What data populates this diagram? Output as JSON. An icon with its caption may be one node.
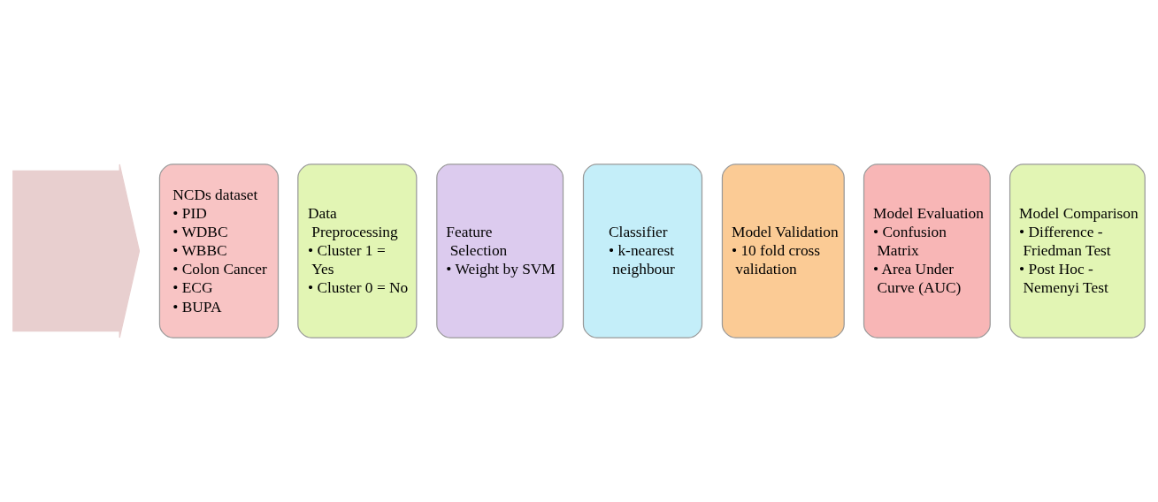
{
  "diagram": {
    "nodes": [
      {
        "text": [],
        "shape": "arrow"
      },
      {
        "text": [
          "NCDs dataset",
          "• PID",
          "• WDBC",
          "• WBBC",
          "• Colon Cancer",
          "• ECG",
          "• BUPA"
        ]
      },
      {
        "text": [
          "Data Preprocessing",
          "• Cluster 1 = Yes",
          "• Cluster 0 = No"
        ]
      },
      {
        "text": [
          "Feature Selection",
          "• Weight by SVM"
        ]
      },
      {
        "text": [
          "Classifier",
          "• k-nearest neighbour"
        ]
      },
      {
        "text": [
          "Model Validation",
          "• 10 fold cross validation"
        ]
      },
      {
        "text": [
          "Model Evaluation",
          "• Confusion Matrix",
          "• Area Under Curve (AUC)"
        ]
      },
      {
        "text": [
          "Model Comparison",
          "• Difference - Friedman Test",
          "• Post Hoc - Nemenyi Test"
        ]
      }
    ],
    "edges": []
  }
}
